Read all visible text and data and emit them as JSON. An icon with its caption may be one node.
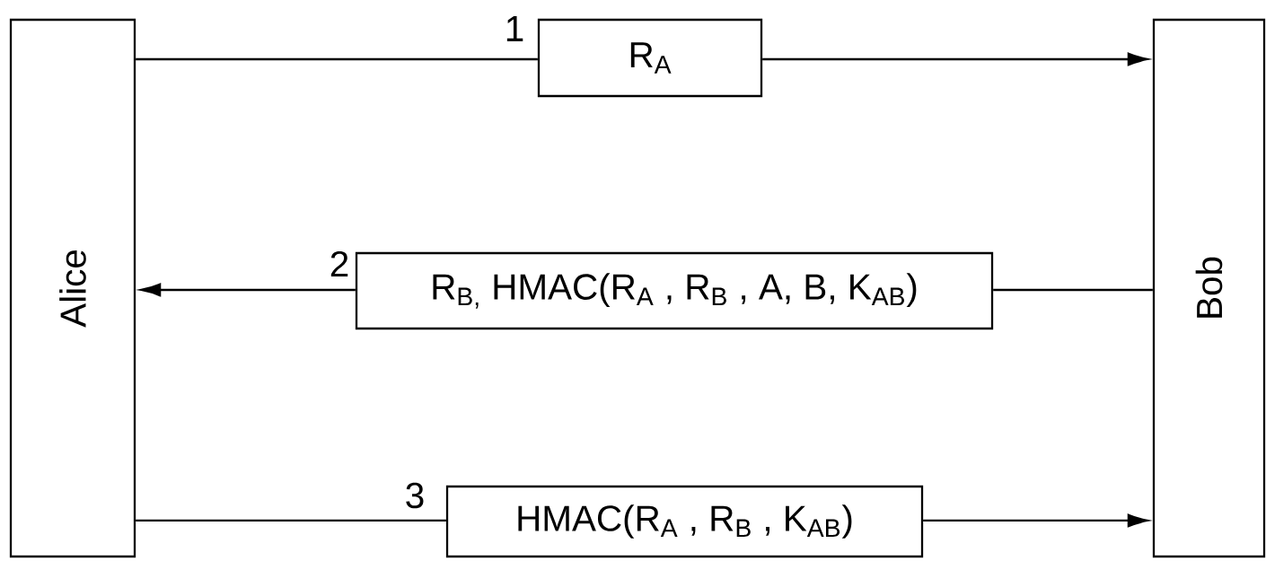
{
  "diagram": {
    "nodes": [
      {
        "text": [
          "Alice"
        ]
      },
      {
        "text": [
          "Bob"
        ]
      },
      {
        "text": [
          "R$_{A}$"
        ],
        "beside": [
          "1"
        ]
      },
      {
        "text": [
          "R$_{B,}$ HMAC(R$_{A}$ , R$_{B}$ , A, B, K$_{AB}$)"
        ],
        "beside": [
          "2"
        ]
      },
      {
        "text": [
          "HMAC(R$_{A}$ , R$_{B}$ , K$_{AB}$)"
        ],
        "beside": [
          "3"
        ]
      }
    ],
    "edges": [
      {
        "from": 0,
        "to": 2,
        "arrow": "none"
      },
      {
        "from": 2,
        "to": 1,
        "arrow": "to"
      },
      {
        "from": 1,
        "to": 3,
        "arrow": "none"
      },
      {
        "from": 3,
        "to": 0,
        "arrow": "to"
      },
      {
        "from": 0,
        "to": 4,
        "arrow": "none"
      },
      {
        "from": 4,
        "to": 1,
        "arrow": "to"
      }
    ]
  }
}
